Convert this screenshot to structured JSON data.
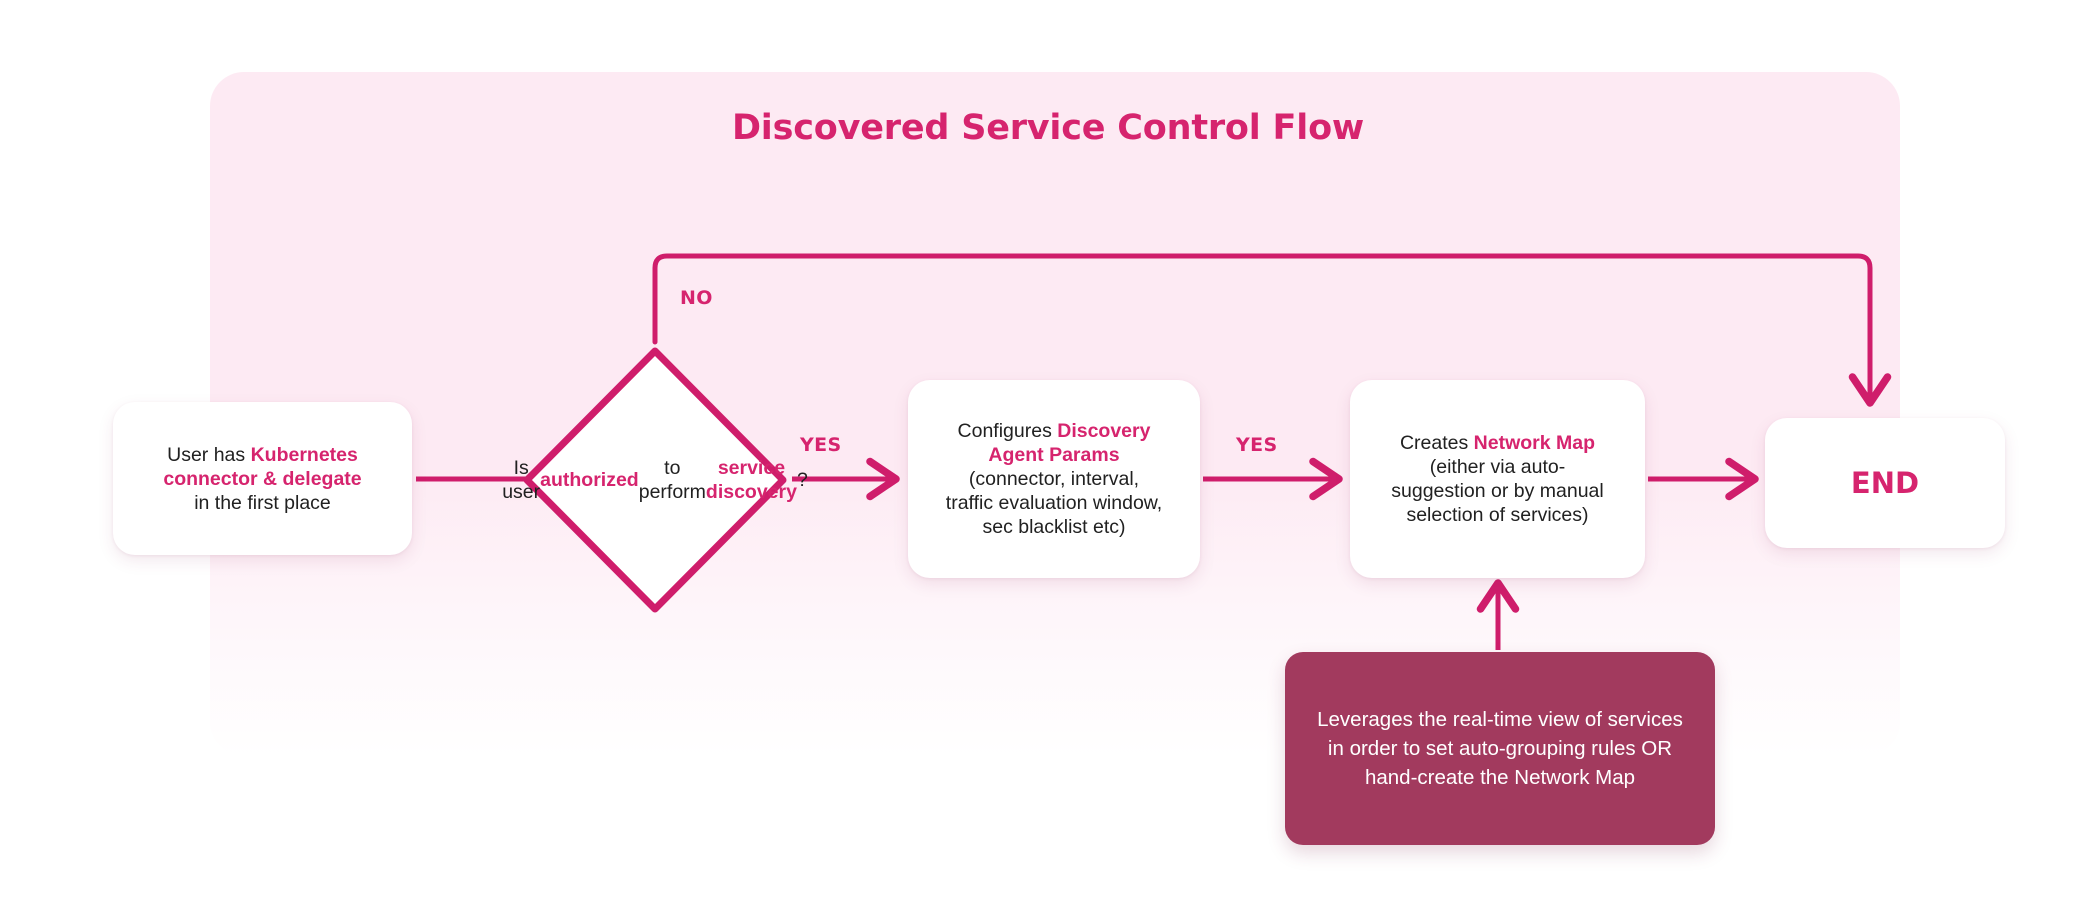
{
  "diagram": {
    "title": "Discovered Service Control Flow",
    "accent_color": "#d6246e",
    "canvas_color": "#fdeaf3",
    "callout_color": "#a23a5e",
    "text_color": "#212121"
  },
  "nodes": {
    "start": {
      "name": "start-node",
      "shape": "rounded-rect",
      "lines": [
        [
          {
            "t": "User has ",
            "hl": false
          },
          {
            "t": "Kubernetes",
            "hl": true
          }
        ],
        [
          {
            "t": "connector & delegate",
            "hl": true
          }
        ],
        [
          {
            "t": "in the first place",
            "hl": false
          }
        ]
      ],
      "plain_text": "User has Kubernetes connector & delegate in the first place"
    },
    "decision": {
      "name": "decision-node",
      "shape": "diamond",
      "lines": [
        [
          {
            "t": "Is user",
            "hl": false
          }
        ],
        [
          {
            "t": "authorized",
            "hl": true
          }
        ],
        [
          {
            "t": "to perform",
            "hl": false
          }
        ],
        [
          {
            "t": "service discovery",
            "hl": true
          },
          {
            "t": "?",
            "hl": false
          }
        ]
      ],
      "plain_text": "Is user authorized to perform service discovery?"
    },
    "configure": {
      "name": "configure-discovery-agent-params-node",
      "shape": "rounded-rect",
      "lines": [
        [
          {
            "t": "Configures ",
            "hl": false
          },
          {
            "t": "Discovery",
            "hl": true
          }
        ],
        [
          {
            "t": "Agent Params",
            "hl": true
          }
        ],
        [
          {
            "t": "(connector, interval,",
            "hl": false
          }
        ],
        [
          {
            "t": "traffic evaluation window,",
            "hl": false
          }
        ],
        [
          {
            "t": "sec blacklist etc)",
            "hl": false
          }
        ]
      ],
      "plain_text": "Configures Discovery Agent Params (connector, interval, traffic evaluation window, sec blacklist etc)"
    },
    "networkmap": {
      "name": "creates-network-map-node",
      "shape": "rounded-rect",
      "lines": [
        [
          {
            "t": "Creates ",
            "hl": false
          },
          {
            "t": "Network Map",
            "hl": true
          }
        ],
        [
          {
            "t": "(either via auto-",
            "hl": false
          }
        ],
        [
          {
            "t": "suggestion or by manual",
            "hl": false
          }
        ],
        [
          {
            "t": "selection of services)",
            "hl": false
          }
        ]
      ],
      "plain_text": "Creates Network Map (either via auto-suggestion or by manual selection of services)"
    },
    "end": {
      "name": "end-node",
      "shape": "rounded-rect",
      "label": "END"
    },
    "callout": {
      "name": "callout-note",
      "shape": "rounded-rect",
      "text": "Leverages the real-time view of services in order to set auto-grouping rules OR hand-create the Network Map"
    }
  },
  "edges": {
    "no_label": "NO",
    "yes_label_1": "YES",
    "yes_label_2": "YES",
    "list": [
      {
        "from": "start",
        "to": "decision",
        "label": ""
      },
      {
        "from": "decision",
        "to": "configure",
        "label": "YES"
      },
      {
        "from": "decision",
        "to": "end",
        "label": "NO"
      },
      {
        "from": "configure",
        "to": "networkmap",
        "label": "YES"
      },
      {
        "from": "networkmap",
        "to": "end",
        "label": ""
      },
      {
        "from": "callout",
        "to": "networkmap",
        "label": ""
      }
    ]
  }
}
